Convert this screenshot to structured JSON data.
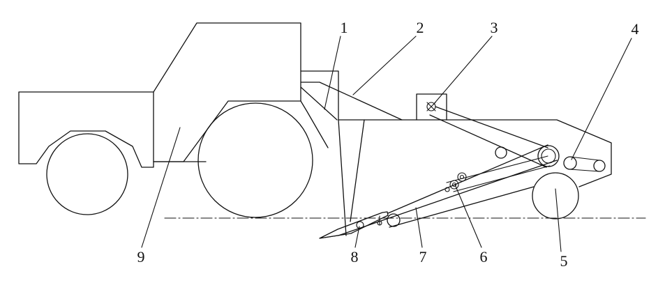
{
  "diagram": {
    "line_color": "#111111",
    "background": "#ffffff",
    "callouts": [
      {
        "id": "c1",
        "label": "1"
      },
      {
        "id": "c2",
        "label": "2"
      },
      {
        "id": "c3",
        "label": "3"
      },
      {
        "id": "c4",
        "label": "4"
      },
      {
        "id": "c5",
        "label": "5"
      },
      {
        "id": "c6",
        "label": "6"
      },
      {
        "id": "c7",
        "label": "7"
      },
      {
        "id": "c8",
        "label": "8"
      },
      {
        "id": "c9",
        "label": "9"
      }
    ]
  }
}
